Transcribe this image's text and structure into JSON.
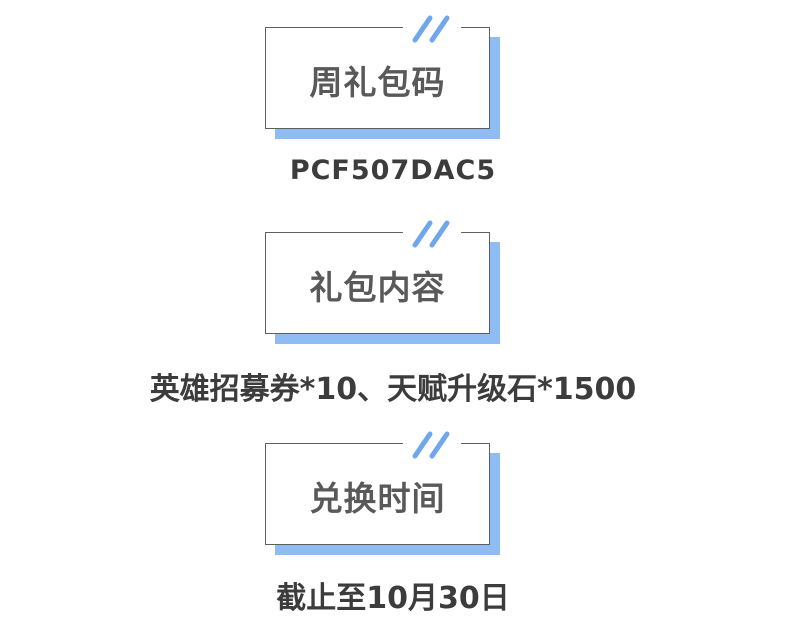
{
  "sections": [
    {
      "title": "周礼包码",
      "value": "PCF507DAC5"
    },
    {
      "title": "礼包内容",
      "value": "英雄招募券*10、天赋升级石*1500"
    },
    {
      "title": "兑换时间",
      "value": "截止至10月30日"
    }
  ],
  "colors": {
    "accent": "#6fa6ec",
    "shadow": "#8fbdf3",
    "frame_border": "#5f5f5f",
    "title_text": "#595959",
    "value_text": "#3c3c3c"
  },
  "icons": {
    "decor": "double-slash-icon"
  }
}
